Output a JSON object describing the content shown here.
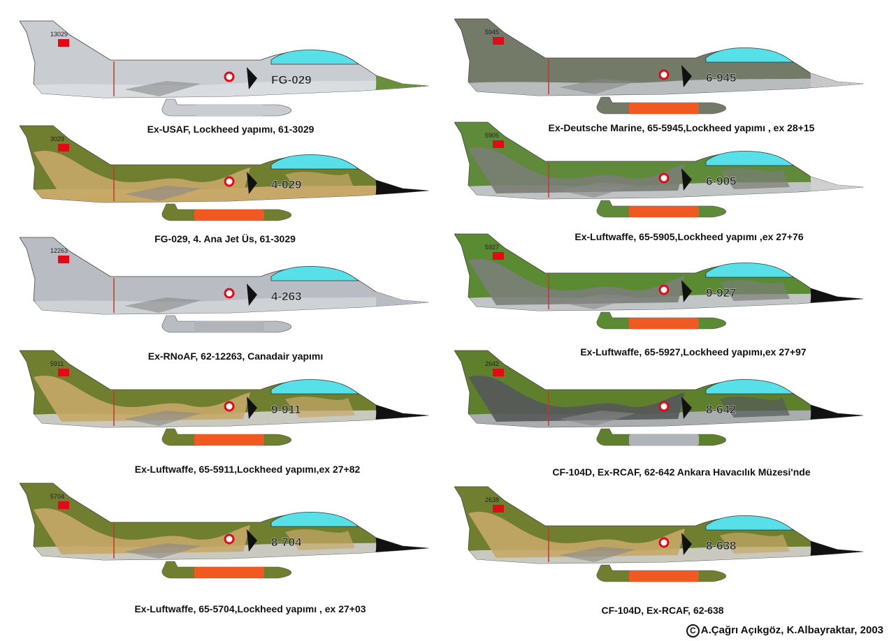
{
  "aircraft": [
    {
      "caption": "Ex-USAF, Lockheed yapımı, 61-3029",
      "nose_code": "FG-029",
      "tail_code": "13029",
      "scheme": "silver",
      "tank": "silver",
      "colors": {
        "base": "#c9ccd1",
        "camo": "#c9ccd1",
        "belly": "#dadde0",
        "nose": "#6a8f3a"
      }
    },
    {
      "caption": "Ex-Deutsche Marine, 65-5945,Lockheed yapımı , ex 28+15",
      "nose_code": "6-945",
      "tail_code": "5945",
      "scheme": "grey",
      "tank": "orange",
      "colors": {
        "base": "#737a68",
        "camo": "#6b7261",
        "belly": "#b9bcbc",
        "nose": "#c8c8c8"
      }
    },
    {
      "caption": "FG-029, 4. Ana Jet Üs, 61-3029",
      "nose_code": "4-029",
      "tail_code": "3029",
      "scheme": "camo",
      "tank": "orange",
      "colors": {
        "base": "#6f7f2f",
        "camo": "#c7a868",
        "belly": "#c7a868",
        "nose": "#111111"
      }
    },
    {
      "caption": "Ex-Luftwaffe, 65-5905,Lockheed yapımı ,ex 27+76",
      "nose_code": "6-905",
      "tail_code": "5905",
      "scheme": "camo",
      "tank": "orange",
      "colors": {
        "base": "#5f8a3a",
        "camo": "#7a7d75",
        "belly": "#bfc3c3",
        "nose": "#d0d0d0"
      }
    },
    {
      "caption": "Ex-RNoAF, 62-12263, Canadair yapımı",
      "nose_code": "4-263",
      "tail_code": "12263",
      "scheme": "silver",
      "tank": "grey",
      "colors": {
        "base": "#b9bcc2",
        "camo": "#b9bcc2",
        "belly": "#cfd2d5",
        "nose": "#b9bcc2"
      }
    },
    {
      "caption": "Ex-Luftwaffe, 65-5927,Lockheed yapımı,ex 27+97",
      "nose_code": "9-927",
      "tail_code": "5927",
      "scheme": "camo",
      "tank": "orange",
      "colors": {
        "base": "#5a8a32",
        "camo": "#7b7e78",
        "belly": "#c2c5c5",
        "nose": "#111111"
      }
    },
    {
      "caption": "Ex-Luftwaffe, 65-5911,Lockheed yapımı,ex 27+82",
      "nose_code": "9-911",
      "tail_code": "5911",
      "scheme": "camo",
      "tank": "orange",
      "colors": {
        "base": "#6f7f2f",
        "camo": "#c7a868",
        "belly": "#c9c9c0",
        "nose": "#111111"
      }
    },
    {
      "caption": "CF-104D, Ex-RCAF, 62-642  Ankara Havacılık Müzesi'nde",
      "nose_code": "8-642",
      "tail_code": "2642",
      "scheme": "camo",
      "tank": "grey",
      "colors": {
        "base": "#5e7f2c",
        "camo": "#55585a",
        "belly": "#a9adad",
        "nose": "#111111"
      }
    },
    {
      "caption": "Ex-Luftwaffe, 65-5704,Lockheed yapımı , ex 27+03",
      "nose_code": "8-704",
      "tail_code": "5704",
      "scheme": "camo",
      "tank": "orange",
      "colors": {
        "base": "#6f7f2f",
        "camo": "#c7a868",
        "belly": "#c9c9c0",
        "nose": "#111111"
      }
    },
    {
      "caption": "CF-104D, Ex-RCAF, 62-638",
      "nose_code": "8-638",
      "tail_code": "2638",
      "scheme": "camo",
      "tank": "orange",
      "colors": {
        "base": "#6f7f2f",
        "camo": "#c7a868",
        "belly": "#c9c9c0",
        "nose": "#111111"
      }
    }
  ],
  "credit": "A.Çağrı Açıkgöz, K.Albayraktar, 2003",
  "credit_symbol": "C",
  "tank_colors": {
    "orange": "#f05a22",
    "silver": "#c9ccd1",
    "grey": "#b0b3b8"
  },
  "canopy_color": "#58e0e8",
  "flag_color": "#e30a17"
}
